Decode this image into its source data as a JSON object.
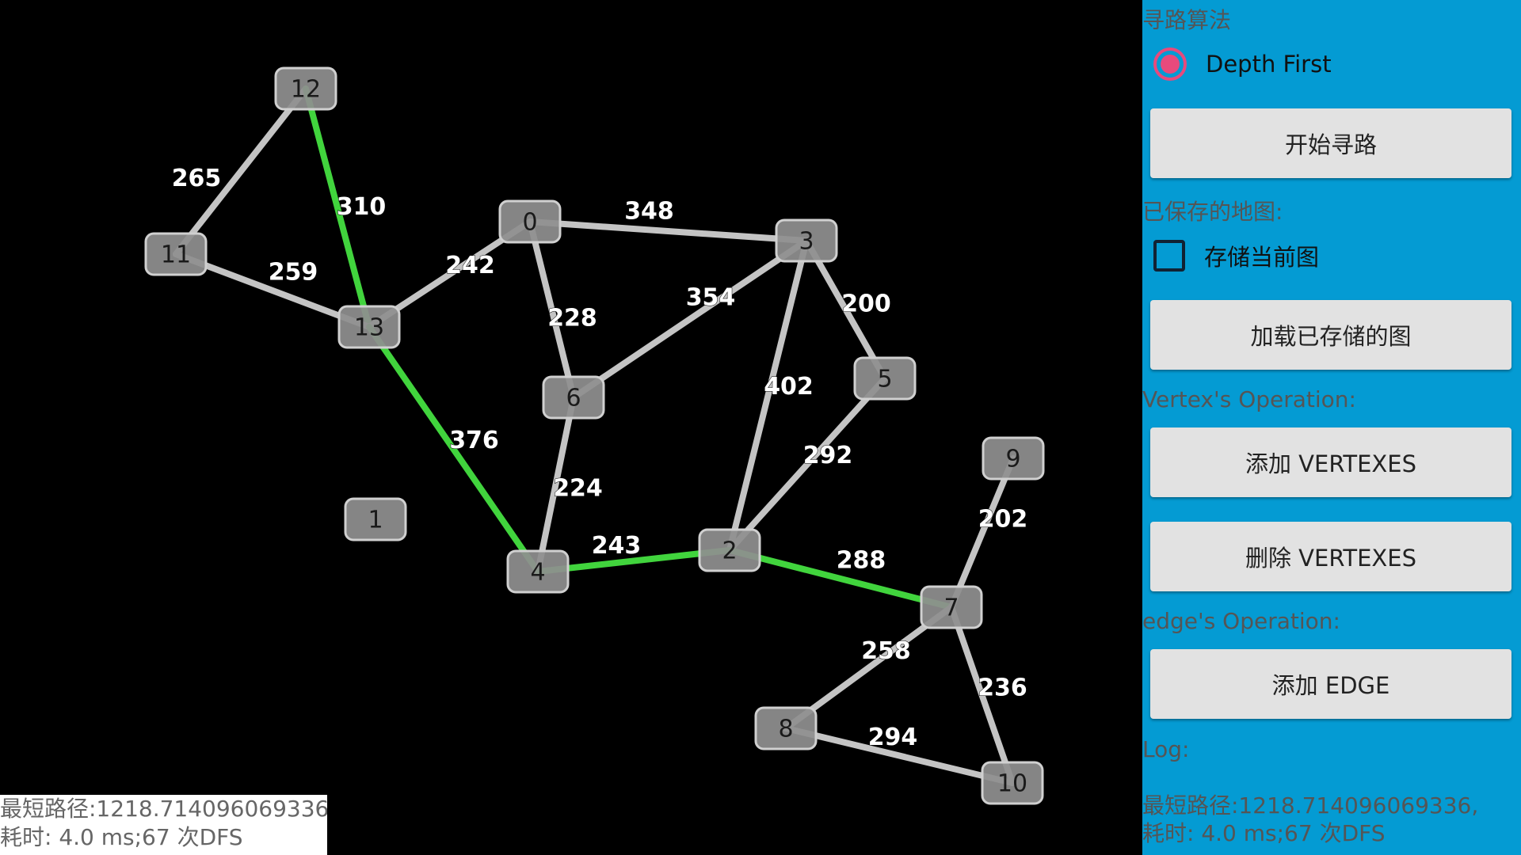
{
  "graph": {
    "vertices": [
      {
        "id": "0",
        "label": "0"
      },
      {
        "id": "1",
        "label": "1"
      },
      {
        "id": "2",
        "label": "2"
      },
      {
        "id": "3",
        "label": "3"
      },
      {
        "id": "4",
        "label": "4"
      },
      {
        "id": "5",
        "label": "5"
      },
      {
        "id": "6",
        "label": "6"
      },
      {
        "id": "7",
        "label": "7"
      },
      {
        "id": "8",
        "label": "8"
      },
      {
        "id": "9",
        "label": "9"
      },
      {
        "id": "10",
        "label": "10"
      },
      {
        "id": "11",
        "label": "11"
      },
      {
        "id": "12",
        "label": "12"
      },
      {
        "id": "13",
        "label": "13"
      }
    ],
    "edges": [
      {
        "from": "12",
        "to": "11",
        "weight": "265",
        "on_path": false
      },
      {
        "from": "12",
        "to": "13",
        "weight": "310",
        "on_path": true
      },
      {
        "from": "11",
        "to": "13",
        "weight": "259",
        "on_path": false
      },
      {
        "from": "13",
        "to": "0",
        "weight": "242",
        "on_path": false
      },
      {
        "from": "13",
        "to": "4",
        "weight": "376",
        "on_path": true
      },
      {
        "from": "0",
        "to": "3",
        "weight": "348",
        "on_path": false
      },
      {
        "from": "0",
        "to": "6",
        "weight": "228",
        "on_path": false
      },
      {
        "from": "6",
        "to": "3",
        "weight": "354",
        "on_path": false
      },
      {
        "from": "6",
        "to": "4",
        "weight": "224",
        "on_path": false
      },
      {
        "from": "3",
        "to": "5",
        "weight": "200",
        "on_path": false
      },
      {
        "from": "3",
        "to": "2",
        "weight": "402",
        "on_path": false
      },
      {
        "from": "5",
        "to": "2",
        "weight": "292",
        "on_path": false
      },
      {
        "from": "4",
        "to": "2",
        "weight": "243",
        "on_path": true
      },
      {
        "from": "2",
        "to": "7",
        "weight": "288",
        "on_path": true
      },
      {
        "from": "9",
        "to": "7",
        "weight": "202",
        "on_path": false
      },
      {
        "from": "7",
        "to": "8",
        "weight": "258",
        "on_path": false
      },
      {
        "from": "7",
        "to": "10",
        "weight": "236",
        "on_path": false
      },
      {
        "from": "8",
        "to": "10",
        "weight": "294",
        "on_path": false
      }
    ]
  },
  "colors": {
    "path_edge": "#41d43d",
    "normal_edge": "#c4c4c4",
    "panel_bg": "#049bd3",
    "radio_accent": "#e84a7c"
  },
  "overlay_log": {
    "line1": "最短路径:1218.714096069336,",
    "line2": "耗时: 4.0 ms;67 次DFS"
  },
  "panel": {
    "algo_title": "寻路算法",
    "radio_label": "Depth First",
    "radio_checked": true,
    "start_button": "开始寻路",
    "saved_maps_title": "已保存的地图:",
    "save_checkbox_label": "存储当前图",
    "save_checked": false,
    "load_button": "加载已存储的图",
    "vertex_title": "Vertex's Operation:",
    "add_vertex_button": "添加 VERTEXES",
    "delete_vertex_button": "删除 VERTEXES",
    "edge_title": "edge's Operation:",
    "add_edge_button": "添加 EDGE",
    "log_title": "Log:",
    "log_line1": "最短路径:1218.714096069336,",
    "log_line2": "耗时: 4.0 ms;67 次DFS"
  }
}
